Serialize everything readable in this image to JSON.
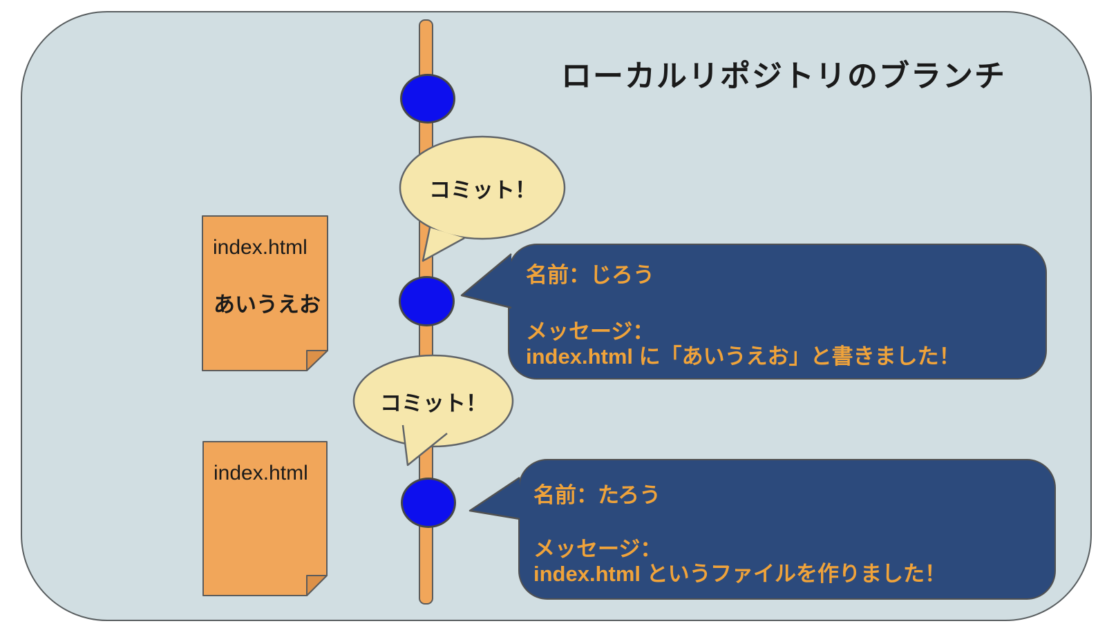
{
  "title": "ローカルリポジトリのブランチ",
  "commit_callouts": [
    {
      "label": "コミット！"
    },
    {
      "label": "コミット！"
    }
  ],
  "files": [
    {
      "name": "index.html",
      "content": "あいうえお"
    },
    {
      "name": "index.html"
    }
  ],
  "commit_messages": [
    {
      "author": "名前：じろう",
      "message_label": "メッセージ：",
      "message_body": "index.html に「あいうえお」と書きました！"
    },
    {
      "author": "名前：たろう",
      "message_label": "メッセージ：",
      "message_body": "index.html というファイルを作りました！"
    }
  ],
  "colors": {
    "canvas_bg": "#ffffff",
    "container_fill": "#d1dee2",
    "container_border": "#585d5f",
    "branch_orange": "#f1a65a",
    "shape_border": "#5b5b5b",
    "node_blue": "#0d0fee",
    "node_border": "#474747",
    "callout_cream": "#f6e7ac",
    "callout_border": "#606468",
    "message_navy": "#2c4a7c",
    "message_border": "#515151",
    "message_text_orange": "#f0a33a",
    "file_fill": "#f1a65a",
    "file_fold": "#dd9148",
    "text_black": "#1a1a1a"
  }
}
